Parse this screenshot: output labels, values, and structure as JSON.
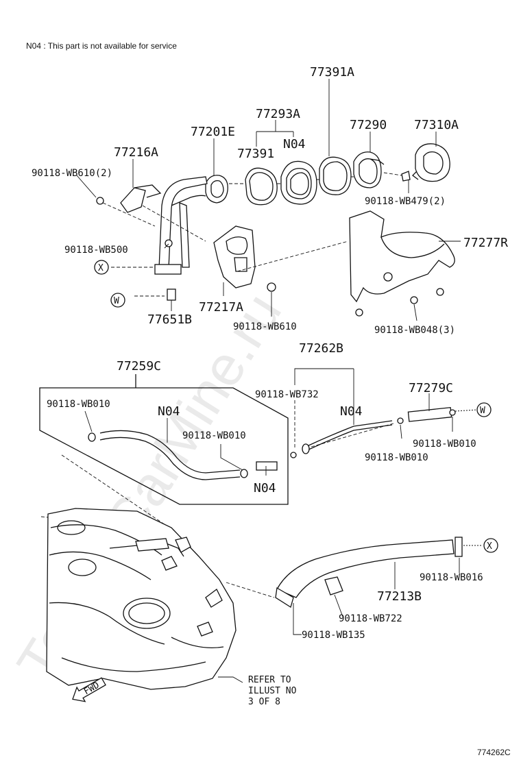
{
  "note": "N04 : This part is not available for service",
  "watermark": "ToyotaCarMine.ru",
  "illustration_id": "774262C",
  "part_labels": {
    "p77391A": "77391A",
    "p77293A": "77293A",
    "p77290": "77290",
    "p77310A": "77310A",
    "p77201E": "77201E",
    "p77391": "77391",
    "n04_top": "N04",
    "p77216A": "77216A",
    "wb610_2": "90118-WB610(2)",
    "wb479_2": "90118-WB479(2)",
    "p77277R": "77277R",
    "wb500": "90118-WB500",
    "p77217A": "77217A",
    "p77651B": "77651B",
    "wb610": "90118-WB610",
    "wb048_3": "90118-WB048(3)",
    "p77262B": "77262B",
    "p77259C": "77259C",
    "wb732": "90118-WB732",
    "p77279C": "77279C",
    "wb010_a": "90118-WB010",
    "n04_a": "N04",
    "n04_b": "N04",
    "wb010_b": "90118-WB010",
    "wb010_c": "90118-WB010",
    "wb010_d": "90118-WB010",
    "n04_c": "N04",
    "wb016": "90118-WB016",
    "p77213B": "77213B",
    "wb722": "90118-WB722",
    "wb135": "90118-WB135",
    "refer_1": "REFER TO",
    "refer_2": "ILLUST NO",
    "refer_3": "3 OF 8"
  },
  "connectors": {
    "x_top": "X",
    "w_top": "W",
    "w_right": "W",
    "x_bottom": "X"
  },
  "fwd_label": "FWD"
}
